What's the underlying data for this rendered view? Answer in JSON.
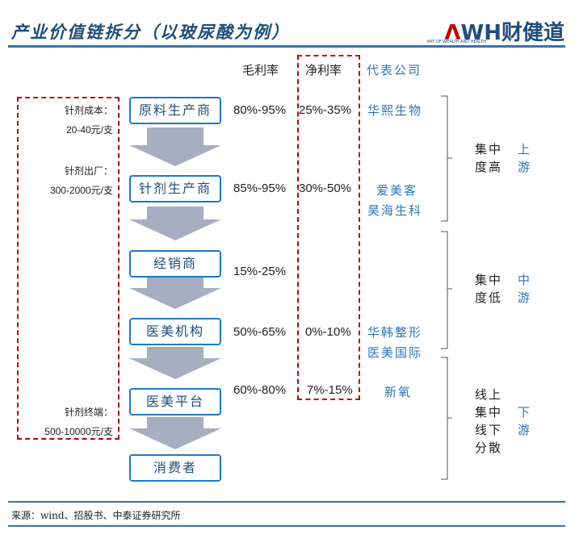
{
  "title": "产业价值链拆分（以玻尿酸为例）",
  "logo": {
    "main_slash": "Λ",
    "main_rest": "WH",
    "brand_cn": "财健道",
    "sub": "ART OF WEALTH AND HEALTH"
  },
  "headers": {
    "gross": "毛利率",
    "net": "净利率",
    "company": "代表公司"
  },
  "left_notes": {
    "cost_label": "针剂成本：",
    "cost_value": "20-40元/支",
    "factory_label": "针剂出厂：",
    "factory_value": "300-2000元/支",
    "terminal_label": "针剂终端：",
    "terminal_value": "500-10000元/支"
  },
  "stages": [
    {
      "name": "原料生产商",
      "gross": "80%-95%",
      "net": "25%-35%",
      "company": "华熙生物"
    },
    {
      "name": "针剂生产商",
      "gross": "85%-95%",
      "net": "30%-50%",
      "company": "爱美客",
      "company2": "昊海生科"
    },
    {
      "name": "经销商",
      "gross": "15%-25%",
      "net": "",
      "company": ""
    },
    {
      "name": "医美机构",
      "gross": "50%-65%",
      "net": "0%-10%",
      "company": "华韩整形",
      "company2": "医美国际"
    },
    {
      "name": "医美平台",
      "gross": "60%-80%",
      "net": "7%-15%",
      "company": "新氧"
    },
    {
      "name": "消费者"
    }
  ],
  "segments": {
    "upstream": {
      "conc1": "集中",
      "conc2": "度高",
      "pos1": "上",
      "pos2": "游"
    },
    "midstream": {
      "conc1": "集中",
      "conc2": "度低",
      "pos1": "中",
      "pos2": "游"
    },
    "downstream": {
      "l1": "线上",
      "l2": "集中",
      "l3": "线下",
      "l4": "分散",
      "pos1": "下",
      "pos2": "游"
    }
  },
  "source": "来源：wind、招股书、中泰证券研究所",
  "colors": {
    "title": "#1f4e79",
    "accent": "#2e75b6",
    "dash": "#c00000",
    "arrow": "#a6aebf"
  }
}
